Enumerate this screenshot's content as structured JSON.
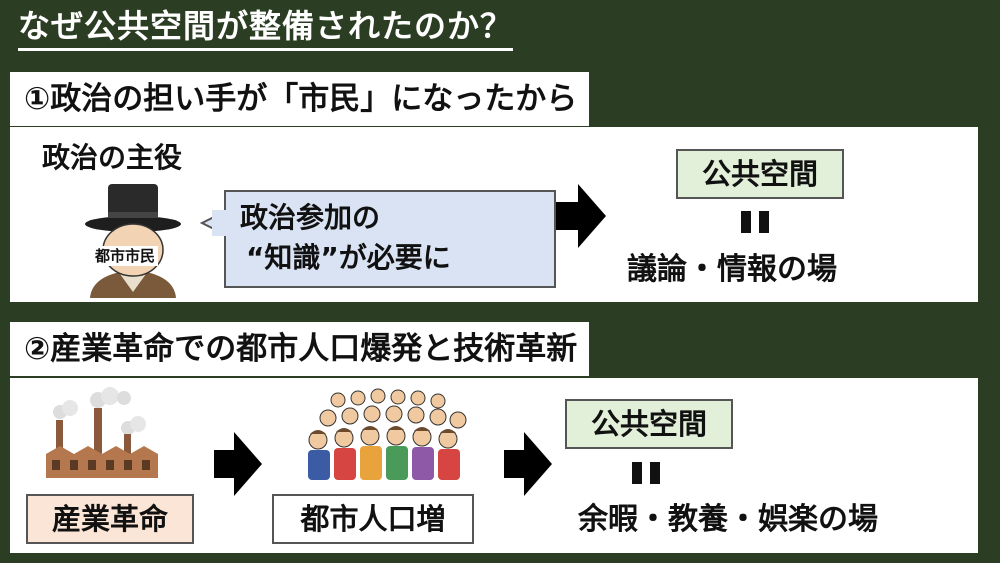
{
  "title": "なぜ公共空間が整備されたのか？",
  "section1": {
    "header": "①政治の担い手が「市民」になったから",
    "actor_label": "政治の主役",
    "citizen_badge": "都市市民",
    "speech_line1": "政治参加の",
    "speech_line2": "“知識”が必要に",
    "result_box": "公共空間",
    "result_text": "議論・情報の場"
  },
  "section2": {
    "header": "②産業革命での都市人口爆発と技術革新",
    "cause_label": "産業革命",
    "effect_label": "都市人口増",
    "result_box": "公共空間",
    "result_text": "余暇・教養・娯楽の場"
  },
  "colors": {
    "background": "#2b3d22",
    "green_box": "#e2efd9",
    "speech_bubble": "#dae3f3",
    "peach_box": "#fbe5d6"
  }
}
